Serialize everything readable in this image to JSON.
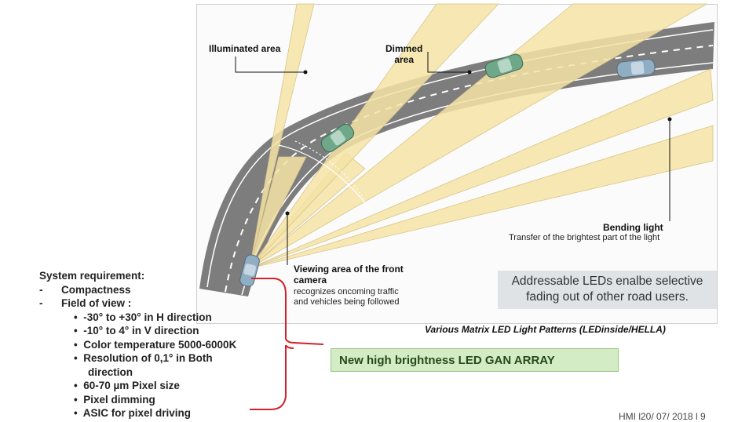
{
  "diagram": {
    "illuminated_label": "Illuminated area",
    "dimmed_label_line1": "Dimmed",
    "dimmed_label_line2": "area",
    "bending_title": "Bending light",
    "bending_desc": "Transfer of the brightest part of the light",
    "camera_title_line1": "Viewing area of the front",
    "camera_title_line2": "camera",
    "camera_desc_line1": "recognizes oncoming traffic",
    "camera_desc_line2": "and vehicles being followed",
    "info_line1": "Addressable LEDs enalbe selective",
    "info_line2": "fading out of other road users.",
    "caption": "Various Matrix LED Light Patterns (LEDinside/HELLA)"
  },
  "colors": {
    "road": "#7d7d7d",
    "beam": "#f5e3a6",
    "beam_stroke": "#d8c58a",
    "car_green": "#6fa889",
    "car_blue": "#8faec4"
  },
  "requirements": {
    "title": "System  requirement:",
    "items": [
      {
        "marker": "-",
        "text": "Compactness"
      },
      {
        "marker": "-",
        "text": "Field of view :"
      }
    ],
    "bullets": [
      "-30° to +30° in H direction",
      "-10° to 4° in V direction",
      "Color temperature 5000-6000K",
      "Resolution of 0,1° in Both",
      "direction",
      " 60-70 µm Pixel size",
      "Pixel dimming",
      "ASIC for pixel driving"
    ]
  },
  "highlight": "New high brightness LED GAN ARRAY",
  "footer": "HMI l20/ 07/ 2018  l 9"
}
